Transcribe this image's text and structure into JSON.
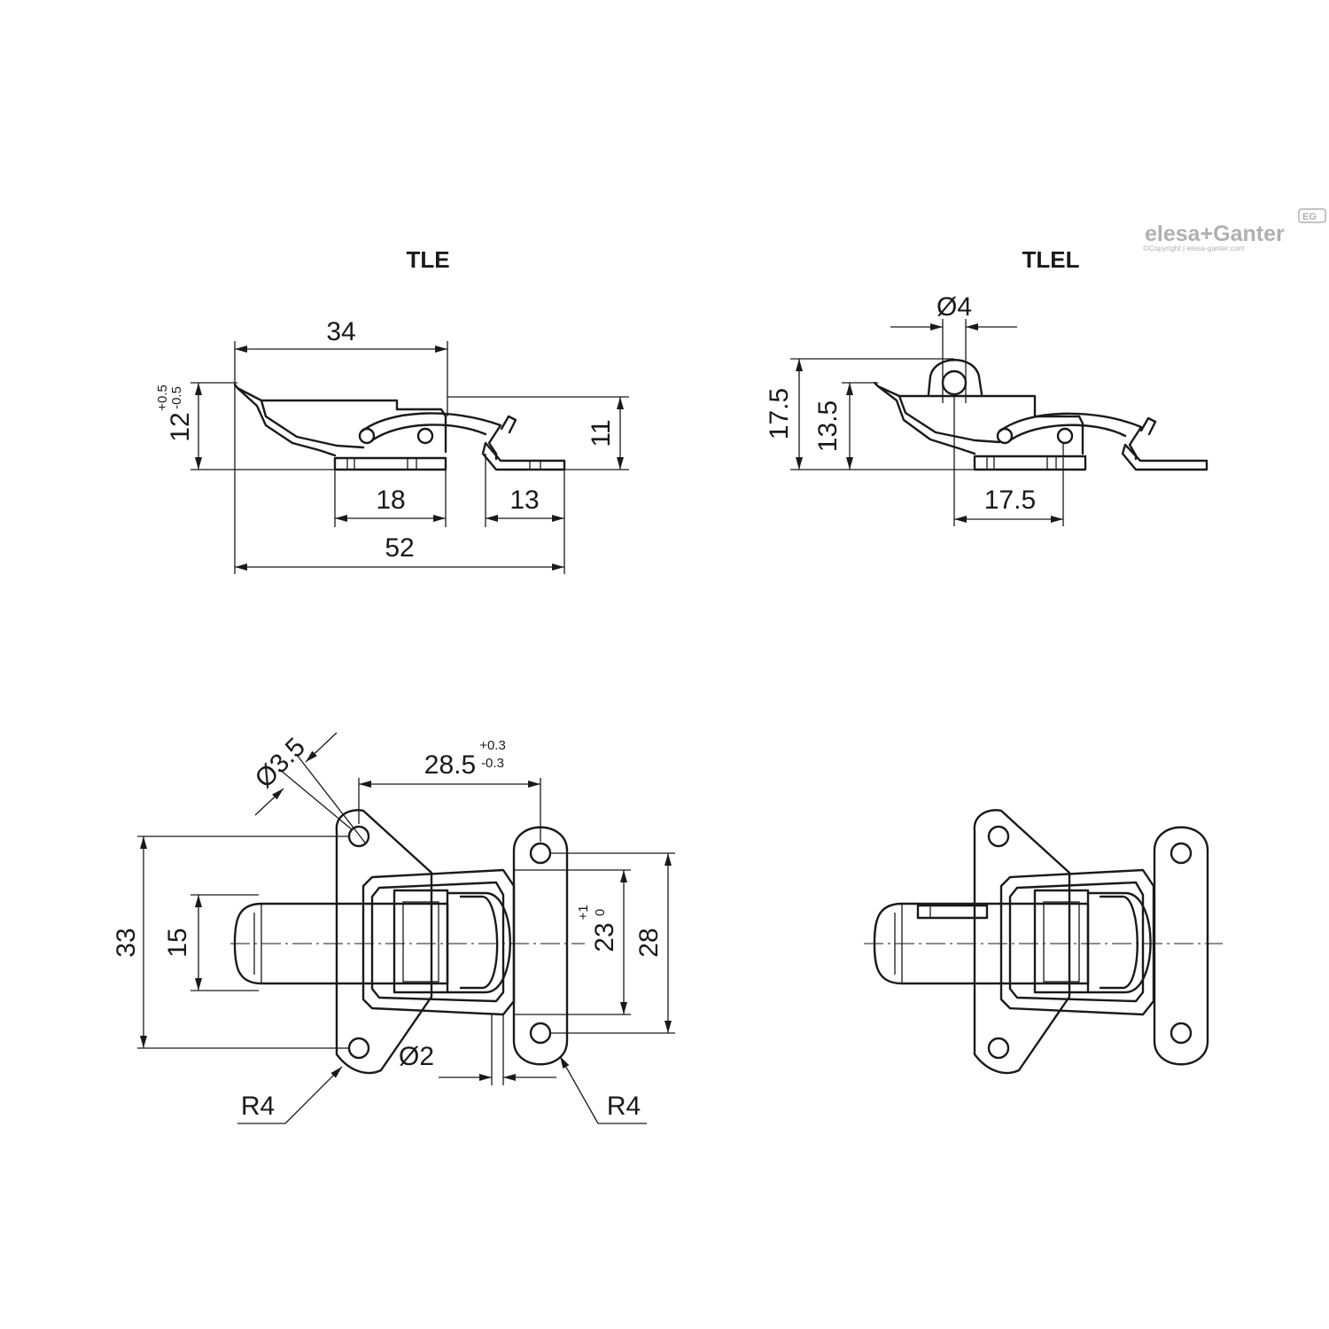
{
  "brand": {
    "logo_text": "elesa+Ganter",
    "badge": "EG",
    "copyright": "©Copyright | elesa-ganter.com"
  },
  "views": {
    "tle": {
      "title": "TLE",
      "dims": {
        "d34": "34",
        "d12": "12",
        "d12_tol_plus": "+0.5",
        "d12_tol_minus": "-0.5",
        "d11": "11",
        "d18": "18",
        "d13": "13",
        "d52": "52"
      }
    },
    "tlel": {
      "title": "TLEL",
      "dims": {
        "d4": "Ø4",
        "d17_5_height": "17.5",
        "d13_5": "13.5",
        "d17_5_width": "17.5"
      }
    },
    "plan": {
      "dims": {
        "d3_5": "Ø3.5",
        "d28_5": "28.5",
        "d28_5_tol_plus": "+0.3",
        "d28_5_tol_minus": "-0.3",
        "d33": "33",
        "d15": "15",
        "d23": "23",
        "d23_tol_plus": "+1",
        "d23_tol_minus": "0",
        "d28": "28",
        "d2": "Ø2",
        "r4_left": "R4",
        "r4_right": "R4"
      }
    }
  }
}
